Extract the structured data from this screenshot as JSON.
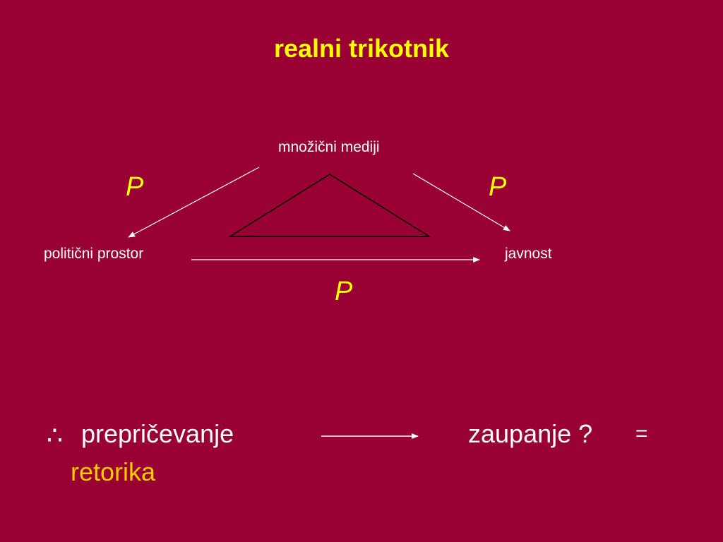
{
  "title": "realni trikotnik",
  "nodes": {
    "media": "množični mediji",
    "political_space": "politični prostor",
    "public": "javnost"
  },
  "edge_labels": {
    "left": "P",
    "right": "P",
    "bottom": "P"
  },
  "conclusion": {
    "therefore_symbol": "∴",
    "persuasion": "prepričevanje",
    "trust": "zaupanje ?",
    "equals": "=",
    "rhetoric": "retorika"
  },
  "colors": {
    "background": "#990033",
    "title": "#ffff00",
    "edge_label": "#ffff00",
    "rhetoric": "#ffcc00",
    "text": "#ffffff"
  }
}
